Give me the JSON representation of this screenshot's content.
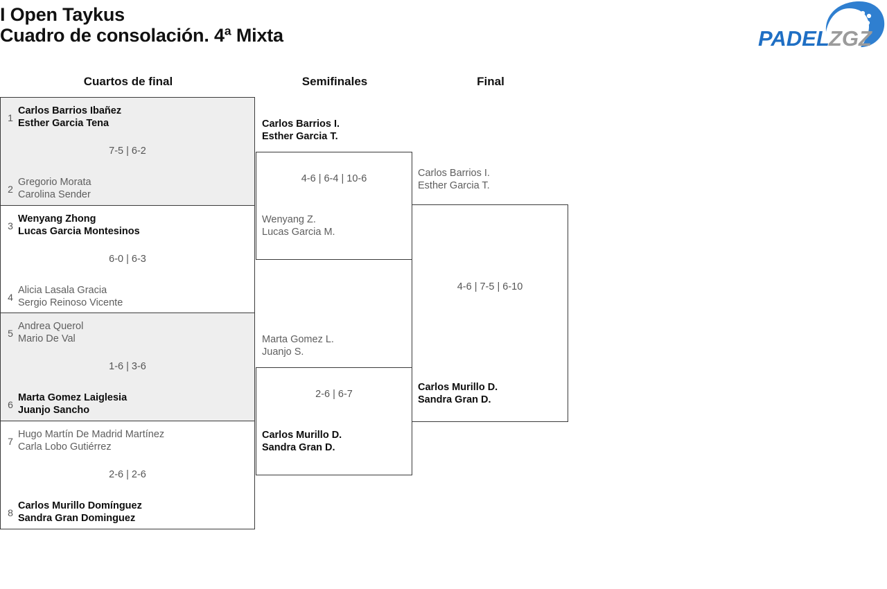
{
  "header": {
    "title_line1": "I Open Taykus",
    "title_line2": "Cuadro de consolación. 4ª Mixta",
    "logo": {
      "name": "padelzgz-logo",
      "text_primary": "PADEL",
      "text_secondary": "ZGZ",
      "color_primary": "#1f6fc4",
      "color_secondary": "#9b9b9b"
    }
  },
  "rounds": [
    {
      "label": "Cuartos de final"
    },
    {
      "label": "Semifinales"
    },
    {
      "label": "Final"
    }
  ],
  "quarterfinals": [
    {
      "shaded": true,
      "top": {
        "seed": "1",
        "player1": "Carlos Barrios Ibañez",
        "player2": "Esther Garcia Tena",
        "result": "winner"
      },
      "bottom": {
        "seed": "2",
        "player1": "Gregorio Morata",
        "player2": "Carolina Sender",
        "result": "loser"
      },
      "score": "7-5 | 6-2"
    },
    {
      "shaded": false,
      "top": {
        "seed": "3",
        "player1": "Wenyang Zhong",
        "player2": "Lucas Garcia Montesinos",
        "result": "winner"
      },
      "bottom": {
        "seed": "4",
        "player1": "Alicia Lasala Gracia",
        "player2": "Sergio Reinoso Vicente",
        "result": "loser"
      },
      "score": "6-0 | 6-3"
    },
    {
      "shaded": true,
      "top": {
        "seed": "5",
        "player1": "Andrea Querol",
        "player2": "Mario De Val",
        "result": "loser"
      },
      "bottom": {
        "seed": "6",
        "player1": "Marta Gomez Laiglesia",
        "player2": "Juanjo Sancho",
        "result": "winner"
      },
      "score": "1-6 | 3-6"
    },
    {
      "shaded": false,
      "top": {
        "seed": "7",
        "player1": "Hugo Martín De Madrid Martínez",
        "player2": "Carla Lobo Gutiérrez",
        "result": "loser"
      },
      "bottom": {
        "seed": "8",
        "player1": "Carlos Murillo Domínguez",
        "player2": "Sandra Gran Dominguez",
        "result": "winner"
      },
      "score": "2-6 | 2-6"
    }
  ],
  "semifinals": [
    {
      "top": {
        "player1": "Carlos Barrios I.",
        "player2": "Esther Garcia T.",
        "result": "winner"
      },
      "bottom": {
        "player1": "Wenyang Z.",
        "player2": "Lucas Garcia M.",
        "result": "loser"
      },
      "score": "4-6 | 6-4 | 10-6"
    },
    {
      "top": {
        "player1": "Marta Gomez L.",
        "player2": "Juanjo S.",
        "result": "loser"
      },
      "bottom": {
        "player1": "Carlos Murillo D.",
        "player2": "Sandra Gran D.",
        "result": "winner"
      },
      "score": "2-6 | 6-7"
    }
  ],
  "final": {
    "top": {
      "player1": "Carlos Barrios I.",
      "player2": "Esther Garcia T.",
      "result": "loser"
    },
    "bottom": {
      "player1": "Carlos Murillo D.",
      "player2": "Sandra Gran D.",
      "result": "winner"
    },
    "score": "4-6 | 7-5 | 6-10"
  }
}
